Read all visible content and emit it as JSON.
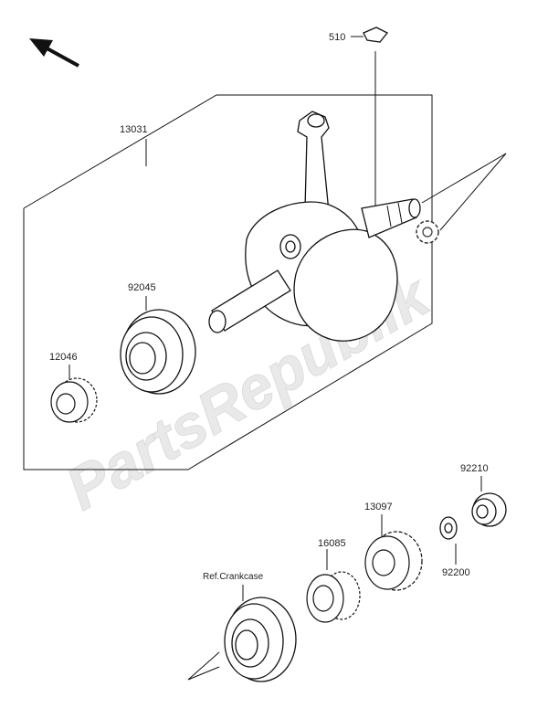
{
  "watermark": {
    "text": "PartsRepublik"
  },
  "parts": {
    "p510": {
      "number": "510"
    },
    "p13031": {
      "number": "13031"
    },
    "p92045": {
      "number": "92045"
    },
    "p12046": {
      "number": "12046"
    },
    "p92210": {
      "number": "92210"
    },
    "p13097": {
      "number": "13097"
    },
    "p16085": {
      "number": "16085"
    },
    "p92200": {
      "number": "92200"
    }
  },
  "reference": {
    "crankcase_label": "Ref.Crankcase"
  },
  "icons": {
    "direction": "front-arrow-icon",
    "gear_symbol": "gear-icon"
  },
  "colors": {
    "line": "#111111",
    "watermark": "#e9e9e9"
  }
}
